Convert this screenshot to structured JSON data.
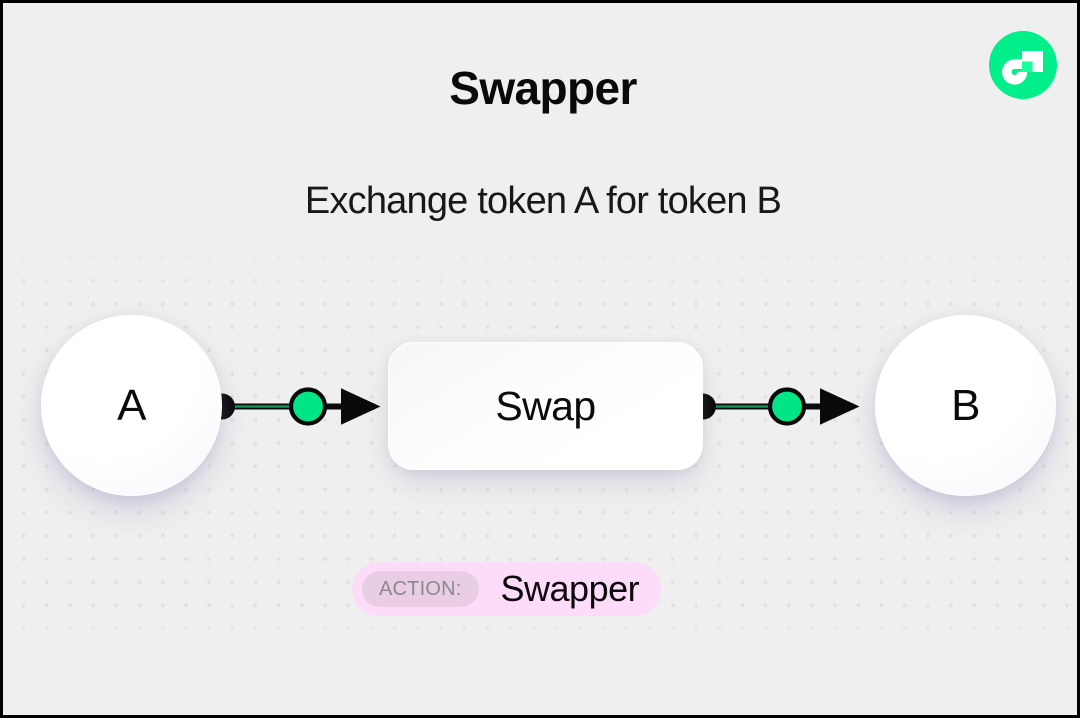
{
  "header": {
    "title": "Swapper",
    "subtitle": "Exchange token A for token B",
    "logo_icon": "flow-logo-icon"
  },
  "diagram": {
    "nodes": [
      {
        "id": "a",
        "label": "A",
        "shape": "circle"
      },
      {
        "id": "swap",
        "label": "Swap",
        "shape": "rounded-rect"
      },
      {
        "id": "b",
        "label": "B",
        "shape": "circle"
      }
    ],
    "edges": [
      {
        "from": "a",
        "to": "swap",
        "handle_icon": "connector-dot-icon",
        "midpoint_icon": "green-node-icon",
        "arrow_icon": "arrow-right-icon"
      },
      {
        "from": "swap",
        "to": "b",
        "handle_icon": "connector-dot-icon",
        "midpoint_icon": "green-node-icon",
        "arrow_icon": "arrow-right-icon"
      }
    ]
  },
  "action_badge": {
    "key": "ACTION:",
    "value": "Swapper"
  },
  "colors": {
    "background": "#efefef",
    "dot_grid": "#e1e1e1",
    "brand_green": "#00e586",
    "edge_black": "#0a0a0a",
    "badge_pink": "#fcdcf9",
    "badge_key_pink": "#e9cde4",
    "badge_key_text": "#8a8a8e",
    "node_white": "#ffffff",
    "text_dark": "#0b0b0c"
  }
}
